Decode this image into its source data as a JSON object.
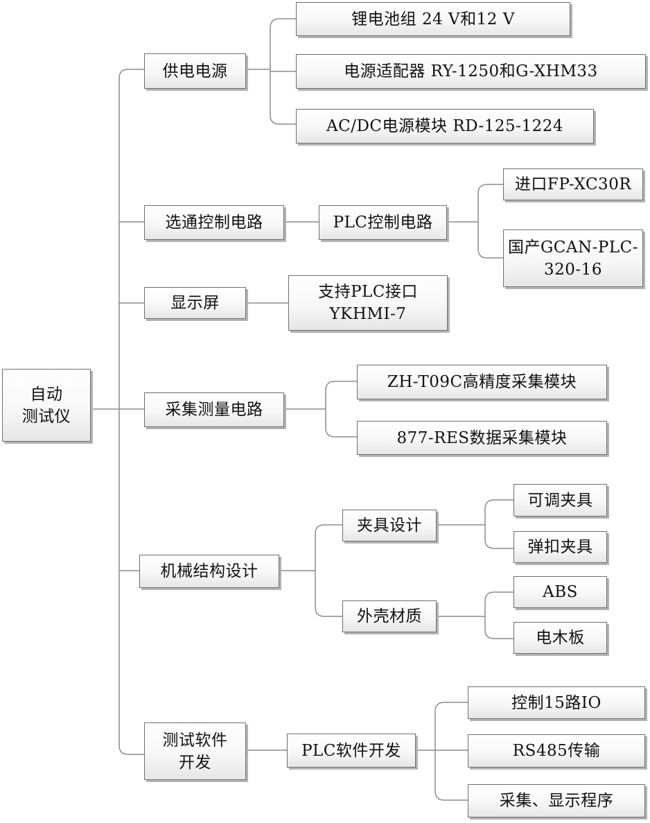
{
  "diagram": {
    "root": {
      "label": "自动\n测试仪"
    },
    "power": {
      "label": "供电电源",
      "children": [
        "锂电池组 24 V和12 V",
        "电源适配器 RY-1250和G-XHM33",
        "AC/DC电源模块 RD-125-1224"
      ]
    },
    "gating": {
      "label": "选通控制电路",
      "plc": {
        "label": "PLC控制电路",
        "children": [
          "进口FP-XC30R",
          "国产GCAN-PLC-\n320-16"
        ]
      }
    },
    "display": {
      "label": "显示屏",
      "child": "支持PLC接口\nYKHMI-7"
    },
    "acquisition": {
      "label": "采集测量电路",
      "children": [
        "ZH-T09C高精度采集模块",
        "877-RES数据采集模块"
      ]
    },
    "mechanical": {
      "label": "机械结构设计",
      "fixture": {
        "label": "夹具设计",
        "children": [
          "可调夹具",
          "弹扣夹具"
        ]
      },
      "shell": {
        "label": "外壳材质",
        "children": [
          "ABS",
          "电木板"
        ]
      }
    },
    "software": {
      "label": "测试软件\n开发",
      "plc": {
        "label": "PLC软件开发",
        "children": [
          "控制15路IO",
          "RS485传输",
          "采集、显示程序"
        ]
      }
    }
  },
  "colors": {
    "line": "#8c8c8c",
    "border": "#6e6e6e",
    "shadow": "#b3b3b3"
  }
}
